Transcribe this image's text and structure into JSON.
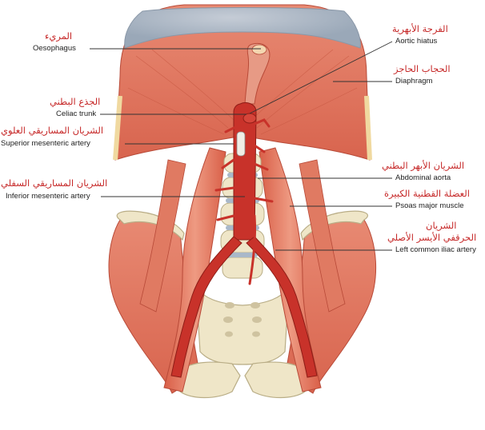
{
  "labels": {
    "oesophagus": {
      "ar": "المريء",
      "en": "Oesophagus"
    },
    "celiac_trunk": {
      "ar": "الجذع البطني",
      "en": "Celiac trunk"
    },
    "superior_mesenteric": {
      "ar": "الشريان المساريقي العلوي",
      "en": "Superior mesenteric artery"
    },
    "inferior_mesenteric": {
      "ar": "الشريان المساريقي السفلي",
      "en": "Inferior mesenteric artery"
    },
    "aortic_hiatus": {
      "ar": "الفرجة الأبهرية",
      "en": "Aortic hiatus"
    },
    "diaphragm": {
      "ar": "الحجاب الحاجز",
      "en": "Diaphragm"
    },
    "abdominal_aorta": {
      "ar": "الشريان الأبهر البطني",
      "en": "Abdominal aorta"
    },
    "psoas_major": {
      "ar": "العضلة القطنية الكبيرة",
      "en": "Psoas major muscle"
    },
    "left_common_iliac": {
      "ar_line1": "الشريان",
      "ar_line2": "الحرقفي الأيسر الأصلي",
      "en": "Left common iliac artery"
    }
  },
  "colors": {
    "arabic_text": "#c62828",
    "english_text": "#222222",
    "muscle": "#e0705a",
    "artery": "#c8322a",
    "bone": "#efe6c8",
    "tendon": "#a9b8c9"
  }
}
